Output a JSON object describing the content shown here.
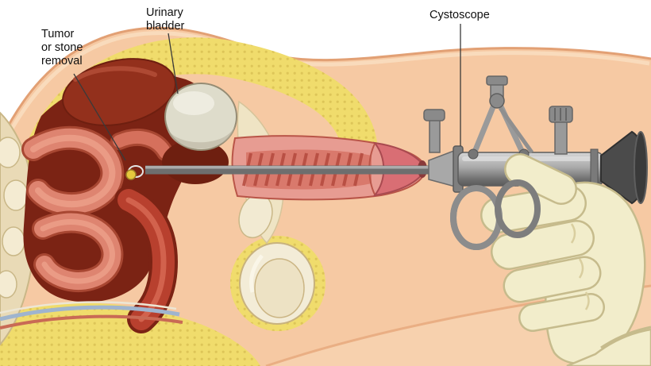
{
  "annotations": {
    "tumor": {
      "lines": [
        "Tumor",
        "or stone",
        "removal"
      ]
    },
    "bladder": {
      "lines": [
        "Urinary",
        "bladder"
      ]
    },
    "cystoscope": {
      "lines": [
        "Cystoscope"
      ]
    }
  },
  "palette": {
    "background": "#FFFFFF",
    "skin": "#F6C9A3",
    "skin_outline": "#E2A074",
    "fat_yellow": "#F0DC6C",
    "cavity_maroon": "#7B2314",
    "intestine_pink": "#DE8470",
    "rectum_red": "#B8402E",
    "bladder_gray": "#DEDCCB",
    "stone_yellow": "#E6C83D",
    "scope_metal": "#9A9A9A",
    "eyepiece_dark": "#4B4B4B",
    "glove_cream": "#F2EDCB",
    "label_text": "#101010",
    "leader_line": "#3A3A3A"
  }
}
